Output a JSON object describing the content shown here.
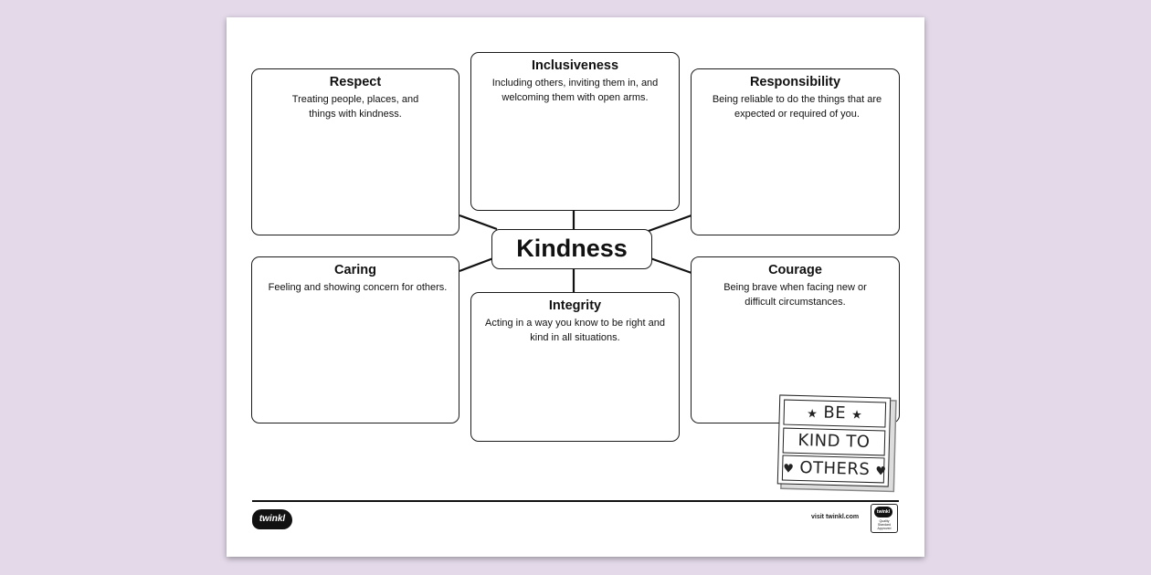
{
  "center": {
    "label": "Kindness"
  },
  "boxes": [
    {
      "title": "Respect",
      "description": "Treating people, places, and things with kindness."
    },
    {
      "title": "Inclusiveness",
      "description": "Including others, inviting them in, and welcoming them with open arms."
    },
    {
      "title": "Responsibility",
      "description": "Being reliable to do the things that are expected or required of you."
    },
    {
      "title": "Caring",
      "description": "Feeling and showing concern for others."
    },
    {
      "title": "Integrity",
      "description": "Acting in a way you know to be right and kind in all situations."
    },
    {
      "title": "Courage",
      "description": "Being brave when facing new or difficult circumstances."
    }
  ],
  "lightbox": {
    "line1": "BE",
    "line2": "KIND TO",
    "line3": "OTHERS",
    "star_glyph": "★",
    "heart_glyph": "♥"
  },
  "footer": {
    "logo": "twinkl",
    "visit": "visit twinkl.com",
    "badge_logo": "twinkl",
    "badge_text": "Quality Standard Approved"
  },
  "colors": {
    "background": "#e3d9e9",
    "sheet": "#ffffff",
    "ink": "#111111"
  }
}
